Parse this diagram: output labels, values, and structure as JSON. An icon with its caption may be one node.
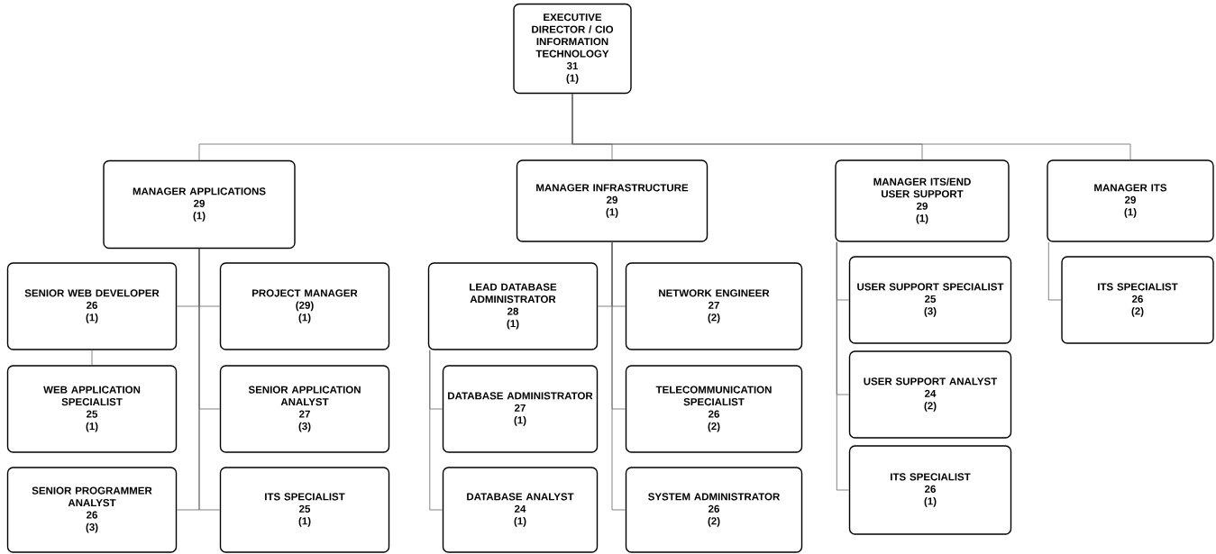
{
  "diagram": {
    "nodes": [
      {
        "text": [
          "EXECUTIVE DIRECTOR / CIO INFORMATION TECHNOLOGY",
          "31",
          "(1)"
        ]
      },
      {
        "text": [
          "MANAGER APPLICATIONS",
          "29",
          "(1)"
        ]
      },
      {
        "text": [
          "SENIOR WEB DEVELOPER",
          "26",
          "(1)"
        ]
      },
      {
        "text": [
          "PROJECT MANAGER",
          "(29)",
          "(1)"
        ]
      },
      {
        "text": [
          "WEB APPLICATION SPECIALIST",
          "25",
          "(1)"
        ]
      },
      {
        "text": [
          "SENIOR APPLICATION ANALYST",
          "27",
          "(3)"
        ]
      },
      {
        "text": [
          "SENIOR PROGRAMMER ANALYST",
          "26",
          "(3)"
        ]
      },
      {
        "text": [
          "ITS SPECIALIST",
          "25",
          "(1)"
        ]
      },
      {
        "text": [
          "MANAGER INFRASTRUCTURE",
          "29",
          "(1)"
        ]
      },
      {
        "text": [
          "LEAD DATABASE ADMINISTRATOR",
          "28",
          "(1)"
        ]
      },
      {
        "text": [
          "NETWORK ENGINEER",
          "27",
          "(2)"
        ]
      },
      {
        "text": [
          "DATABASE ADMINISTRATOR",
          "27",
          "(1)"
        ]
      },
      {
        "text": [
          "TELECOMMUNICATION SPECIALIST",
          "26",
          "(2)"
        ]
      },
      {
        "text": [
          "DATABASE ANALYST",
          "24",
          "(1)"
        ]
      },
      {
        "text": [
          "SYSTEM ADMINISTRATOR",
          "26",
          "(2)"
        ]
      },
      {
        "text": [
          "MANAGER ITS/END USER SUPPORT",
          "29",
          "(1)"
        ]
      },
      {
        "text": [
          "USER SUPPORT SPECIALIST",
          "25",
          "(3)"
        ]
      },
      {
        "text": [
          "USER SUPPORT ANALYST",
          "24",
          "(2)"
        ]
      },
      {
        "text": [
          "ITS SPECIALIST",
          "26",
          "(1)"
        ]
      },
      {
        "text": [
          "MANAGER ITS",
          "29",
          "(1)"
        ]
      },
      {
        "text": [
          "ITS SPECIALIST",
          "26",
          "(2)"
        ]
      }
    ],
    "edges": [
      {
        "from": 0,
        "to": 1,
        "arrow": "none"
      },
      {
        "from": 0,
        "to": 8,
        "arrow": "none"
      },
      {
        "from": 0,
        "to": 15,
        "arrow": "none"
      },
      {
        "from": 0,
        "to": 19,
        "arrow": "none"
      },
      {
        "from": 1,
        "to": 2,
        "arrow": "none"
      },
      {
        "from": 1,
        "to": 3,
        "arrow": "none"
      },
      {
        "from": 1,
        "to": 5,
        "arrow": "none"
      },
      {
        "from": 1,
        "to": 6,
        "arrow": "none"
      },
      {
        "from": 1,
        "to": 7,
        "arrow": "none"
      },
      {
        "from": 2,
        "to": 4,
        "arrow": "none"
      },
      {
        "from": 8,
        "to": 9,
        "arrow": "none"
      },
      {
        "from": 8,
        "to": 10,
        "arrow": "none"
      },
      {
        "from": 8,
        "to": 12,
        "arrow": "none"
      },
      {
        "from": 8,
        "to": 14,
        "arrow": "none"
      },
      {
        "from": 9,
        "to": 11,
        "arrow": "none"
      },
      {
        "from": 9,
        "to": 13,
        "arrow": "none"
      },
      {
        "from": 15,
        "to": 16,
        "arrow": "none"
      },
      {
        "from": 15,
        "to": 17,
        "arrow": "none"
      },
      {
        "from": 15,
        "to": 18,
        "arrow": "none"
      },
      {
        "from": 19,
        "to": 20,
        "arrow": "none"
      }
    ]
  }
}
